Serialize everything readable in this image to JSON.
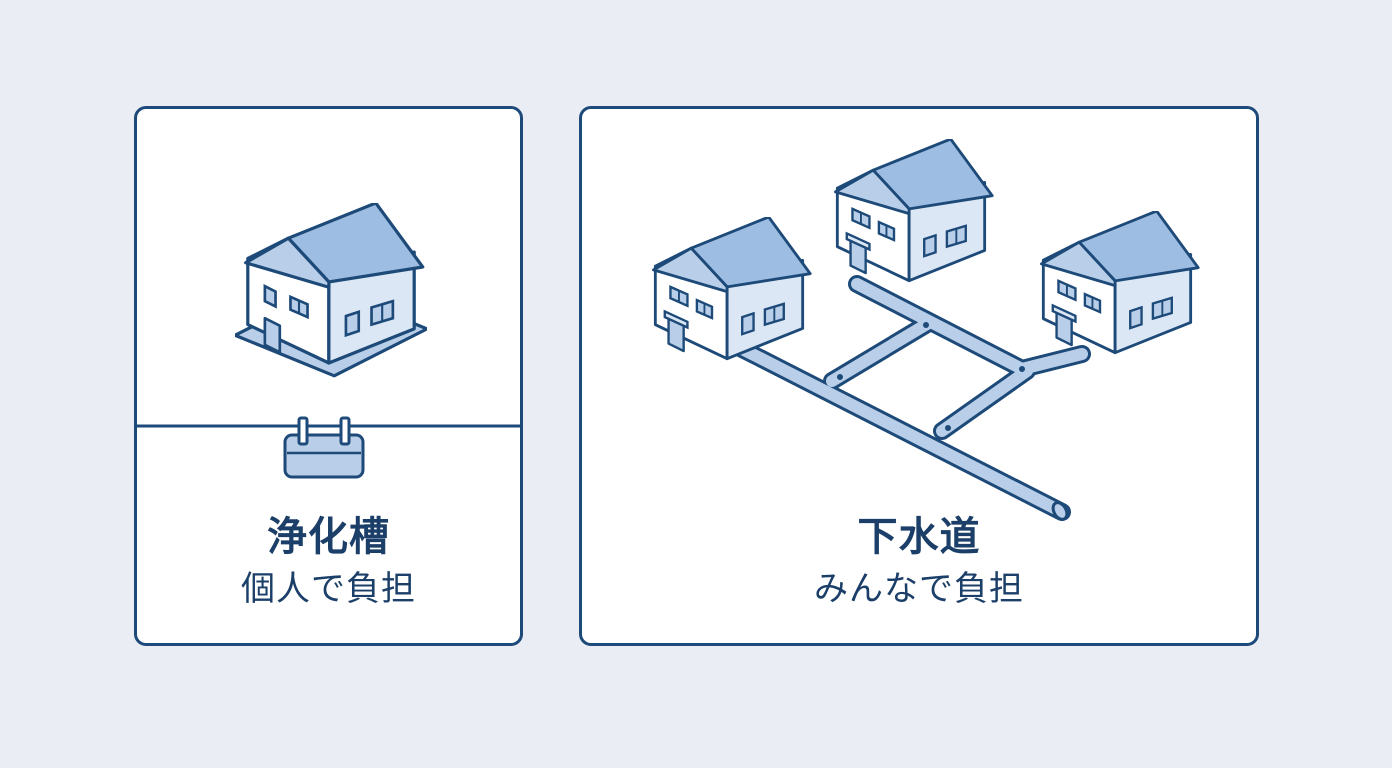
{
  "left_panel": {
    "title": "浄化槽",
    "subtitle": "個人で負担"
  },
  "right_panel": {
    "title": "下水道",
    "subtitle": "みんなで負担"
  },
  "colors": {
    "background": "#eaeef4",
    "outline": "#1d4a78",
    "fill_light": "#b9cfe9",
    "fill_mid": "#8fb2dc",
    "text": "#1b3f68"
  }
}
